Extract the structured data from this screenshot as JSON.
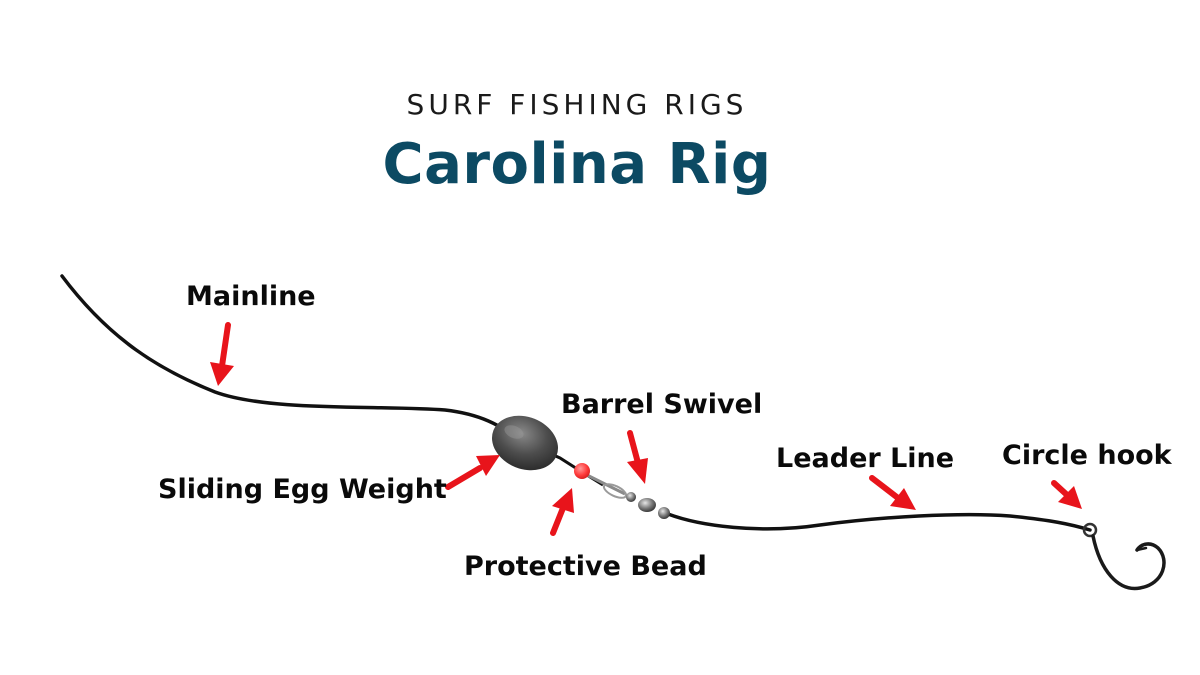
{
  "header": {
    "subtitle": "SURF FISHING RIGS",
    "title": "Carolina Rig"
  },
  "labels": {
    "mainline": "Mainline",
    "egg_weight": "Sliding Egg Weight",
    "bead": "Protective Bead",
    "swivel": "Barrel Swivel",
    "leader": "Leader Line",
    "hook": "Circle hook"
  },
  "colors": {
    "title": "#0c4a63",
    "arrow": "#e8141b",
    "line": "#111111",
    "weight": "#4a4a4a",
    "bead": "#ff3b3b"
  }
}
